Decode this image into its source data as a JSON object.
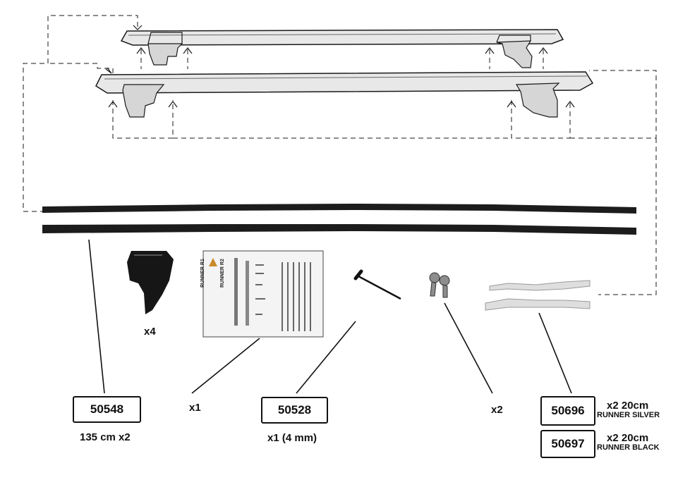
{
  "colors": {
    "line": "#1a1a1a",
    "rail": "#c9c9c9",
    "strip": "#1c1c1c",
    "silver_strip": "#dcdcdc"
  },
  "parts": {
    "end_cap": {
      "qty": "x4"
    },
    "manual": {
      "qty": "x1",
      "title_line1": "RUNNER R1",
      "title_line2": "RUNNER R2"
    },
    "rubber_strip": {
      "code": "50548",
      "caption": "135 cm x2"
    },
    "allen_key": {
      "code": "50528",
      "caption": "x1 (4 mm)"
    },
    "keys": {
      "qty": "x2"
    },
    "runner_silver": {
      "code": "50696",
      "qty": "x2 20cm",
      "name": "RUNNER SILVER"
    },
    "runner_black": {
      "code": "50697",
      "qty": "x2 20cm",
      "name": "RUNNER BLACK"
    }
  }
}
